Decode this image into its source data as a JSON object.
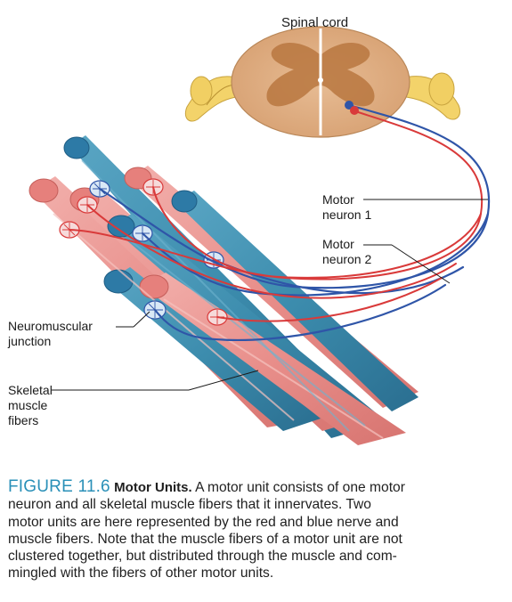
{
  "labels": {
    "spinal_cord": "Spinal cord",
    "motor_neuron_1": [
      "Motor",
      "neuron 1"
    ],
    "motor_neuron_2": [
      "Motor",
      "neuron 2"
    ],
    "neuromuscular_junction": [
      "Neuromuscular",
      "junction"
    ],
    "skeletal_muscle_fibers": [
      "Skeletal",
      "muscle",
      "fibers"
    ]
  },
  "caption": {
    "figure_number": "FIGURE 11.6",
    "title": "Motor Units.",
    "lines": [
      " A motor unit consists of one motor",
      "neuron and all skeletal muscle fibers that it innervates. Two",
      "motor units are here represented by the red and blue nerve and",
      "muscle fibers. Note that the muscle fibers of a motor unit are not",
      "clustered together, but distributed through the muscle and com-",
      "mingled with the fibers of other motor units."
    ]
  },
  "colors": {
    "red_unit": "#d93a3a",
    "blue_unit": "#2f55a8",
    "red_fiber": "#e98f8c",
    "blue_fiber": "#3f8fb0",
    "figure_number": "#2a90b8"
  }
}
